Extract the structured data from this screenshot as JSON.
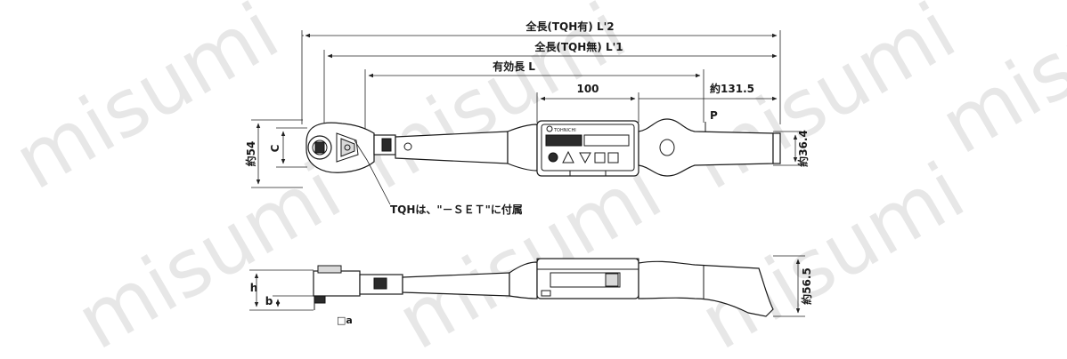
{
  "watermark": {
    "text": "misumi"
  },
  "top_view": {
    "dims": {
      "overall_with_tqh": "全長(TQH有) L'2",
      "overall_without_tqh": "全長(TQH無) L'1",
      "effective_length": "有効長 L",
      "display_span": "100",
      "grip_length": "約131.5",
      "head_width": "約54",
      "head_dim_c": "C",
      "grip_diameter": "約36.4",
      "point_p": "P"
    },
    "callout": "TQHは、\"－ＳＥＴ\"に付属",
    "brand_mark": "TOHNICHI"
  },
  "side_view": {
    "dims": {
      "height_h": "h",
      "height_b": "b",
      "square_a": "□a",
      "grip_height": "約56.5"
    }
  }
}
